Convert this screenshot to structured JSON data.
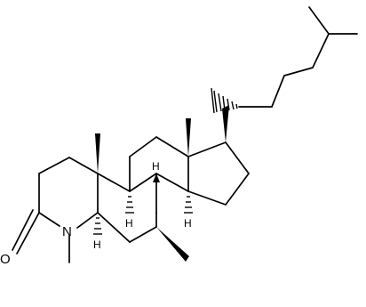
{
  "structure": {
    "atoms": {
      "oxygen": "O",
      "nitrogen": "N",
      "h5": "H",
      "h8": "H",
      "h9": "H",
      "h14": "H"
    }
  },
  "colors": {
    "bond": "#000000",
    "background": "#ffffff"
  }
}
